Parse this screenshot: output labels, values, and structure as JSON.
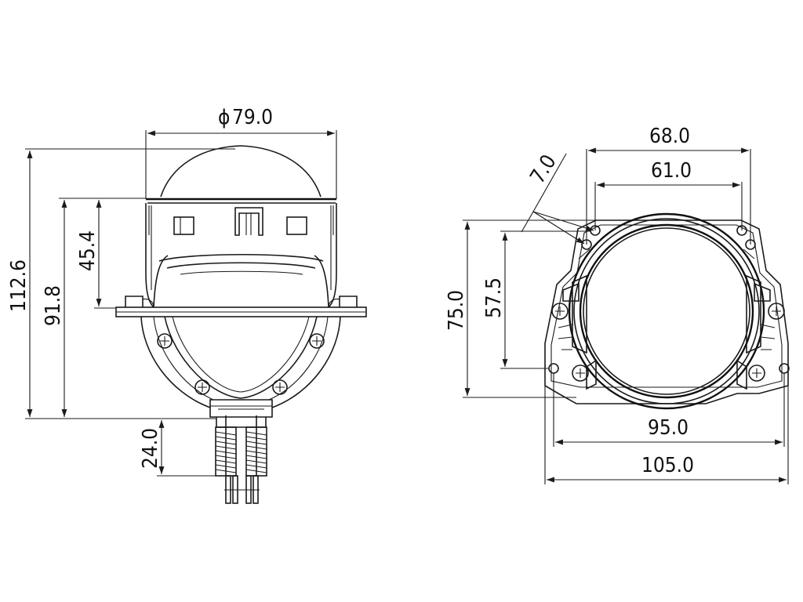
{
  "front_view": {
    "diameter_symbol": "ϕ",
    "diameter": "79.0",
    "overall_height": "112.6",
    "body_height": "91.8",
    "upper_height": "45.4",
    "connector_length": "24.0"
  },
  "rear_view": {
    "outer_hole_span": "68.0",
    "inner_hole_span": "61.0",
    "offset": "7.0",
    "flange_height": "75.0",
    "hole_vertical_span": "57.5",
    "hole_horizontal_span": "95.0",
    "overall_width": "105.0"
  },
  "colors": {
    "line": "#1a1a1a",
    "background": "#ffffff"
  }
}
